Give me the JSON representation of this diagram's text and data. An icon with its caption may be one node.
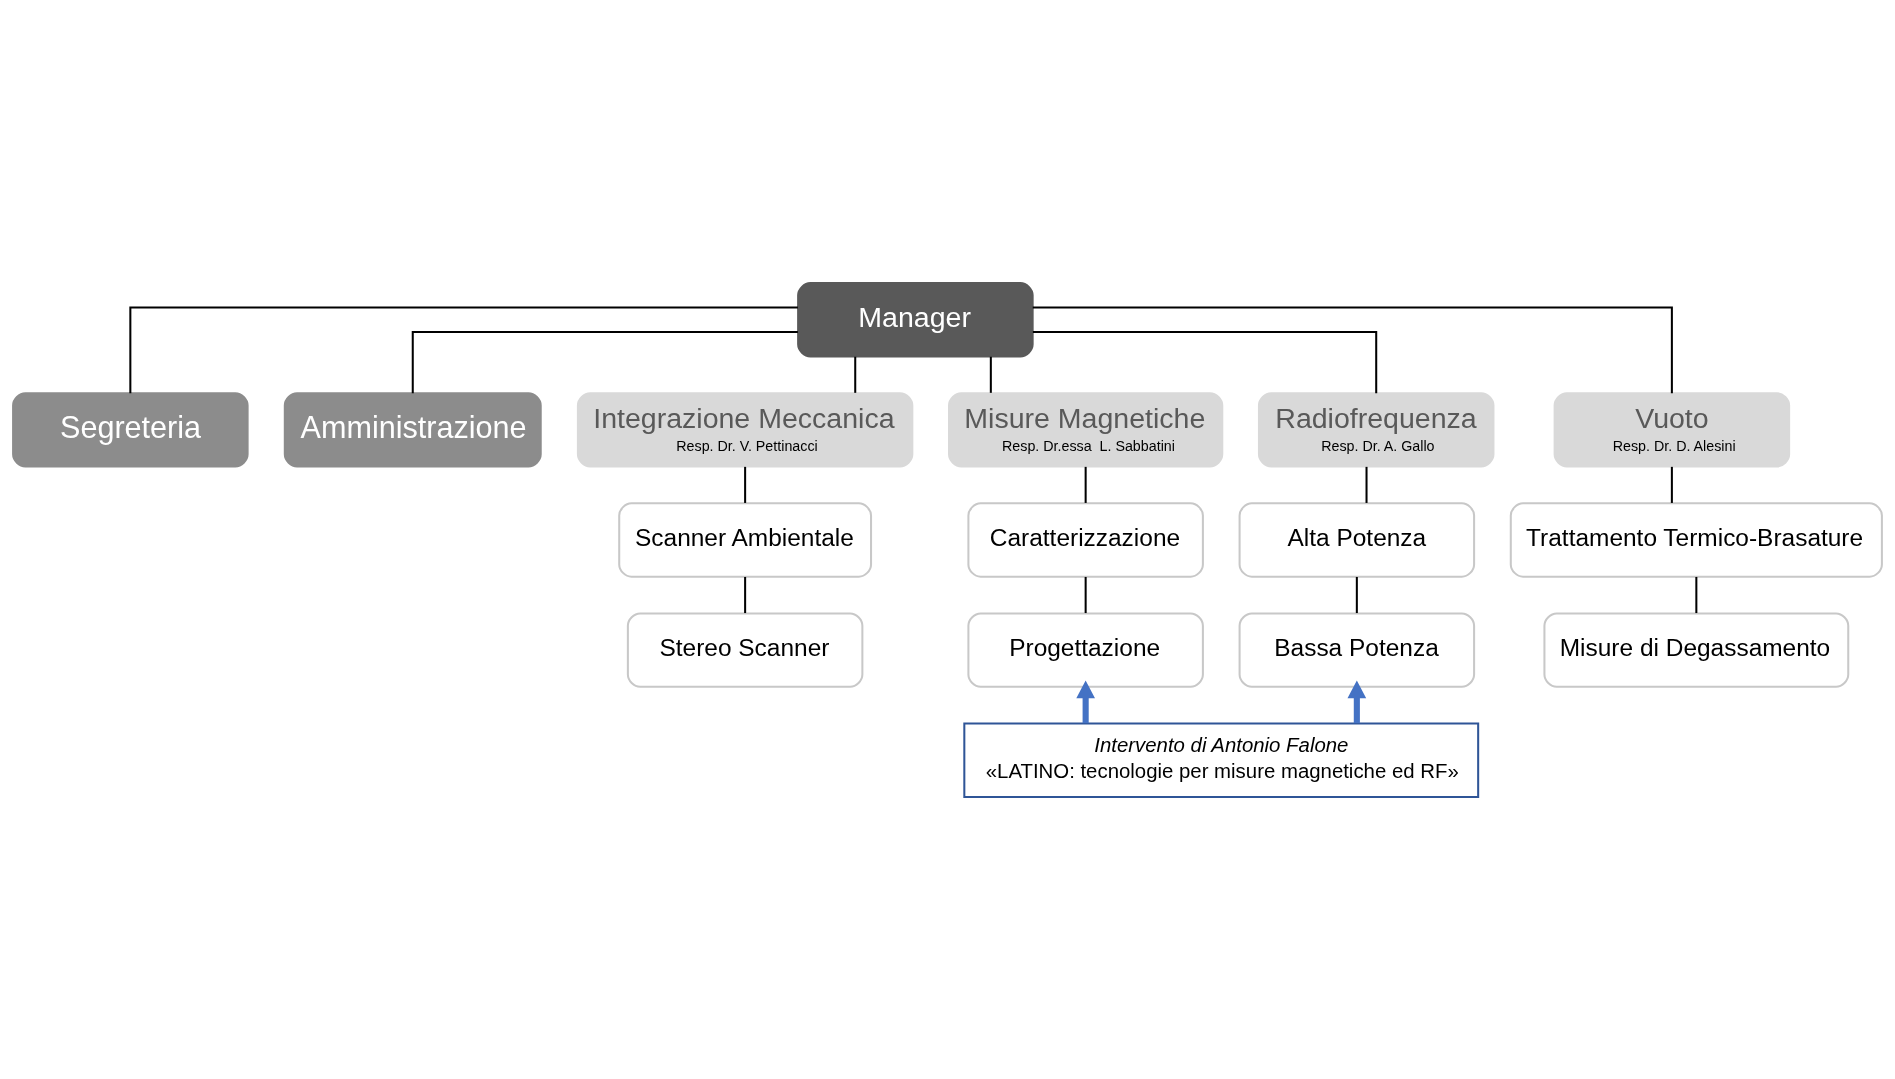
{
  "diagram": {
    "nodes": [
      {
        "text": [
          "Manager"
        ]
      },
      {
        "text": [
          "Segreteria"
        ]
      },
      {
        "text": [
          "Amministrazione"
        ]
      },
      {
        "text": [
          "Integrazione Meccanica",
          "Resp. Dr. V. Pettinacci"
        ]
      },
      {
        "text": [
          "Scanner Ambientale"
        ]
      },
      {
        "text": [
          "Stereo Scanner"
        ]
      },
      {
        "text": [
          "Misure Magnetiche",
          "Resp. Dr.essa  L. Sabbatini"
        ]
      },
      {
        "text": [
          "Caratterizzazione"
        ]
      },
      {
        "text": [
          "Progettazione"
        ]
      },
      {
        "text": [
          "Radiofrequenza",
          "Resp. Dr. A. Gallo"
        ]
      },
      {
        "text": [
          "Alta Potenza"
        ]
      },
      {
        "text": [
          "Bassa Potenza"
        ]
      },
      {
        "text": [
          "Vuoto",
          "Resp. Dr. D. Alesini"
        ]
      },
      {
        "text": [
          "Trattamento Termico-Brasature"
        ]
      },
      {
        "text": [
          "Misure di Degassamento"
        ]
      },
      {
        "text": [
          "Intervento di Antonio Falone",
          "«LATINO: tecnologie per misure magnetiche ed RF»"
        ]
      }
    ],
    "edges": [
      {
        "from": 0,
        "to": 1,
        "arrow": "none"
      },
      {
        "from": 0,
        "to": 2,
        "arrow": "none"
      },
      {
        "from": 0,
        "to": 3,
        "arrow": "none"
      },
      {
        "from": 0,
        "to": 6,
        "arrow": "none"
      },
      {
        "from": 0,
        "to": 9,
        "arrow": "none"
      },
      {
        "from": 0,
        "to": 12,
        "arrow": "none"
      },
      {
        "from": 3,
        "to": 4,
        "arrow": "none"
      },
      {
        "from": 4,
        "to": 5,
        "arrow": "none"
      },
      {
        "from": 6,
        "to": 7,
        "arrow": "none"
      },
      {
        "from": 7,
        "to": 8,
        "arrow": "none"
      },
      {
        "from": 9,
        "to": 10,
        "arrow": "none"
      },
      {
        "from": 10,
        "to": 11,
        "arrow": "none"
      },
      {
        "from": 12,
        "to": 13,
        "arrow": "none"
      },
      {
        "from": 13,
        "to": 14,
        "arrow": "none"
      },
      {
        "from": 15,
        "to": 8,
        "arrow": "to",
        "style": "thick",
        "color": "#4472c4"
      },
      {
        "from": 15,
        "to": 11,
        "arrow": "to",
        "style": "thick",
        "color": "#4472c4"
      }
    ]
  }
}
